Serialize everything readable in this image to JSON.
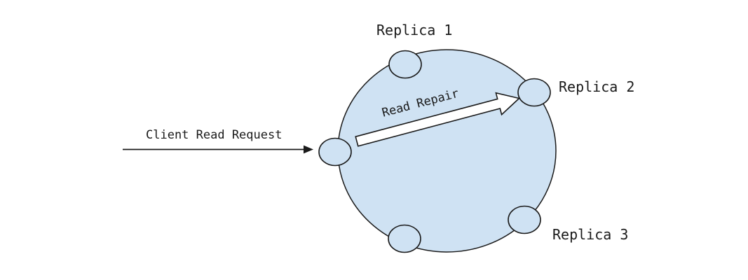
{
  "diagram": {
    "type": "cluster-read-repair-diagram",
    "labels": {
      "replica_1": "Replica 1",
      "replica_2": "Replica 2",
      "replica_3": "Replica 3",
      "client_read_request": "Client Read Request",
      "read_repair": "Read Repair"
    },
    "colors": {
      "background": "#ffffff",
      "shape_fill": "#cfe2f3",
      "shape_stroke": "#1a1a1a",
      "arrow_fill": "#ffffff",
      "text_color": "#1a1a1a"
    }
  }
}
